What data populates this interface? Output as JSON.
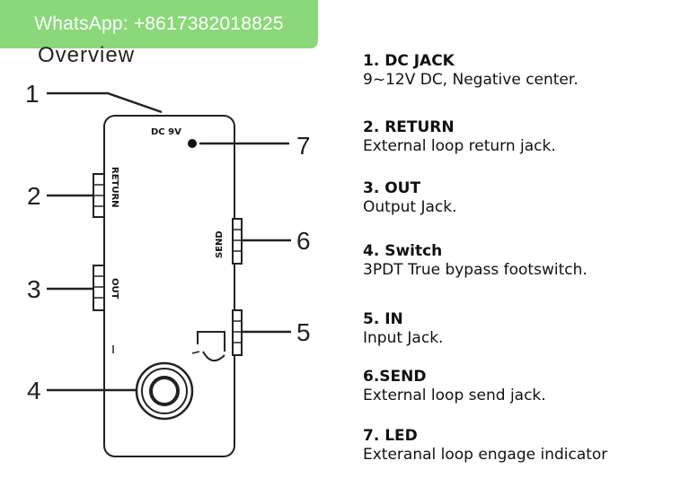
{
  "banner": {
    "text": "WhatsApp: +8617382018825"
  },
  "title": "Overview",
  "diagram": {
    "labels": {
      "dc": "DC 9V",
      "return": "RETURN",
      "out": "OUT",
      "send": "SEND"
    },
    "callouts": [
      "1",
      "2",
      "3",
      "4",
      "5",
      "6",
      "7"
    ]
  },
  "legend": [
    {
      "title": "1. DC JACK",
      "desc": "9~12V DC, Negative center."
    },
    {
      "title": "2. RETURN",
      "desc": "External loop return jack."
    },
    {
      "title": "3. OUT",
      "desc": "Output Jack."
    },
    {
      "title": "4. Switch",
      "desc": "3PDT True bypass footswitch."
    },
    {
      "title": "5. IN",
      "desc": "Input Jack."
    },
    {
      "title": "6.SEND",
      "desc": "External loop send jack."
    },
    {
      "title": "7. LED",
      "desc": "Exteranal loop engage indicator"
    }
  ]
}
